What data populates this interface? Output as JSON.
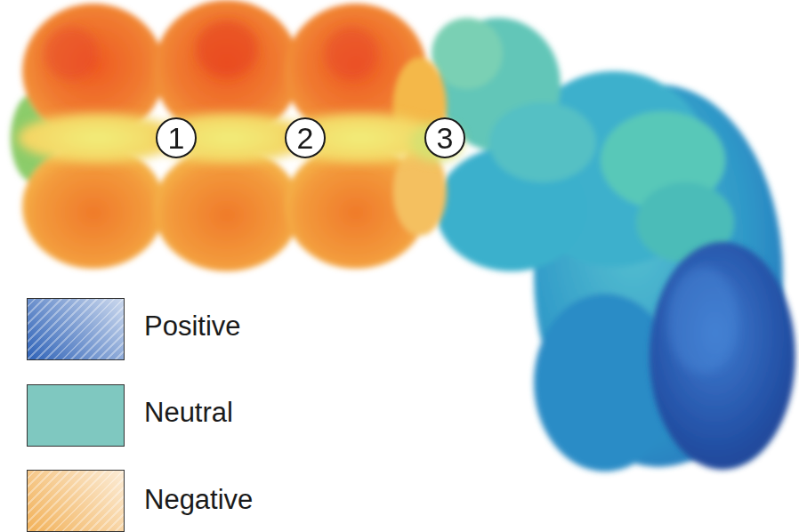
{
  "diagram": {
    "nodes": [
      {
        "text": [
          "1"
        ]
      },
      {
        "text": [
          "2"
        ]
      },
      {
        "text": [
          "3"
        ]
      }
    ],
    "legend": [
      {
        "text": "Positive",
        "color": "#2f63b8"
      },
      {
        "text": "Neutral",
        "color": "#7fc8c0"
      },
      {
        "text": "Negative",
        "color": "#f2b25a"
      }
    ]
  }
}
